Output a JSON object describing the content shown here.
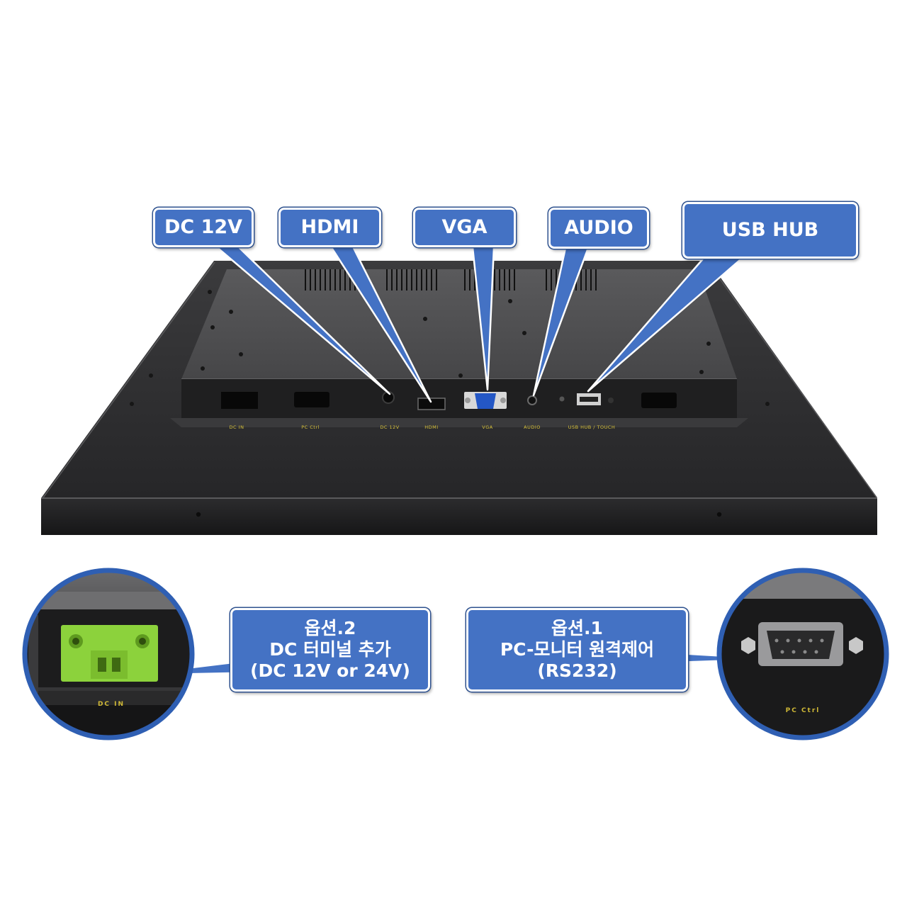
{
  "callouts": {
    "dc12v": "DC 12V",
    "hdmi": "HDMI",
    "vga": "VGA",
    "audio": "AUDIO",
    "usb_hub": "USB HUB",
    "option2": {
      "line1": "옵션.2",
      "line2": "DC 터미널 추가",
      "line3": "(DC 12V or 24V)"
    },
    "option1": {
      "line1": "옵션.1",
      "line2": "PC-모니터 원격제어",
      "line3": "(RS232)"
    }
  },
  "port_labels": [
    "DC IN",
    "PC Ctrl",
    "DC 12V",
    "HDMI",
    "VGA",
    "AUDIO",
    "USB HUB / TOUCH"
  ],
  "zoom_labels": {
    "dc_in": "DC IN",
    "pc_ctrl": "PC Ctrl"
  },
  "colors": {
    "callout_fill": "#4472c4",
    "callout_border": "#ffffff",
    "connector_green": "#8cd23c",
    "vga_blue": "#2457c5",
    "port_label": "#d8c23a"
  }
}
